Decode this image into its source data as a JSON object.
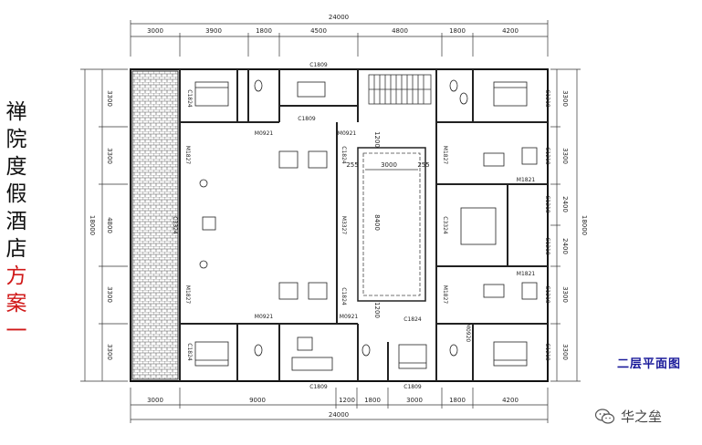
{
  "title_chars": {
    "black": [
      "禅",
      "院",
      "度",
      "假",
      "酒",
      "店"
    ],
    "red": [
      "方",
      "案",
      "一"
    ]
  },
  "floor_title": "二层平面图",
  "watermark": {
    "icon": "wechat-icon",
    "text": "华之垒"
  },
  "dims": {
    "top_total": "24000",
    "top_segments": [
      "3000",
      "3900",
      "1800",
      "4500",
      "4800",
      "1800",
      "4200"
    ],
    "bottom_total": "24000",
    "bottom_segments": [
      "3000",
      "9000",
      "1200",
      "1800",
      "3000",
      "1800",
      "4200"
    ],
    "left_total": "18000",
    "left_segments": [
      "3300",
      "3300",
      "4800",
      "3300",
      "3300"
    ],
    "right_total": "18000",
    "right_segments": [
      "3300",
      "3300",
      "2400",
      "2400",
      "3300",
      "3300"
    ]
  },
  "labels": {
    "c1809_top": "C1809",
    "c1809_mid": "C1809",
    "c1824_tl": "C1824",
    "c1824_bl": "C1824",
    "c1824_a": "C1824",
    "c1824_b": "C1824",
    "c1824_c": "C1824",
    "m0921_a": "M0921",
    "m0921_b": "M0921",
    "m0921_c": "M0921",
    "m0921_d": "M0921",
    "m0920": "M0920",
    "m1827_a": "M1827",
    "m1827_b": "M1827",
    "m1827_c": "M1827",
    "m1827_d": "M1827",
    "m3327": "M3327",
    "c3324_l": "C3324",
    "c3324_r": "C3324",
    "m1821_a": "M1821",
    "m1821_b": "M1821",
    "c1218_a": "C1218",
    "c1218_b": "C1218",
    "c1218_c": "C1218",
    "c1218_d": "C1218",
    "c1218_e": "C1218",
    "c1218_f": "C1218",
    "c1809_b1": "C1809",
    "c1809_b2": "C1809",
    "pool_1200_top": "1200",
    "pool_1200_bot": "1200",
    "pool_3000": "3000",
    "pool_255_l": "255",
    "pool_255_r": "255",
    "pool_8400": "8400"
  }
}
